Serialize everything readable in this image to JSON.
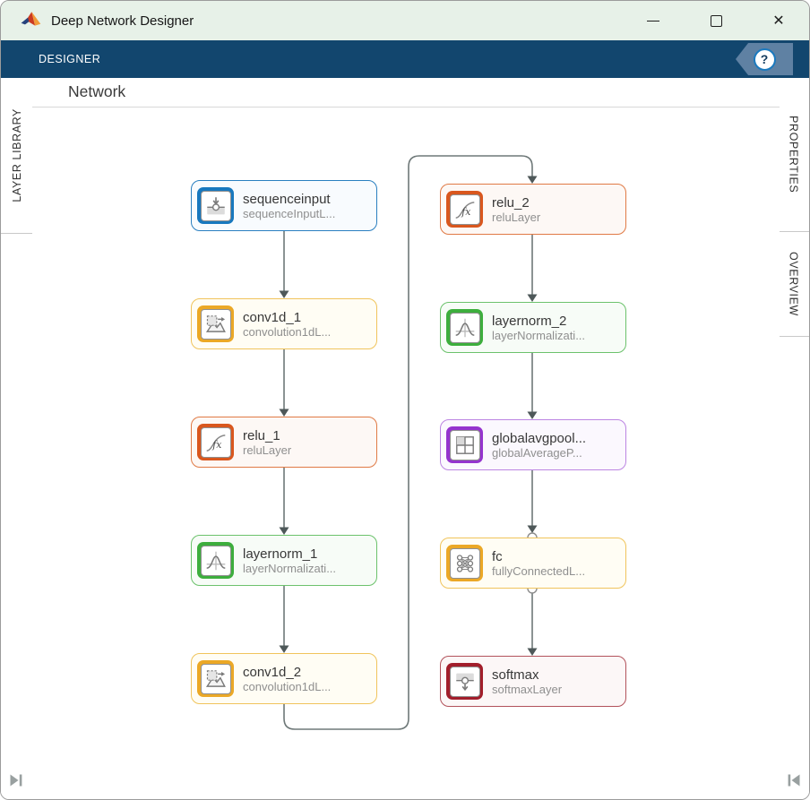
{
  "window": {
    "title": "Deep Network Designer",
    "controls": {
      "minimize": "minimize",
      "maximize": "maximize",
      "close": "✕"
    }
  },
  "ribbon": {
    "tab": "DESIGNER",
    "help": "?"
  },
  "left_panel": {
    "tab": "LAYER LIBRARY"
  },
  "right_panel": {
    "tabs": [
      "PROPERTIES",
      "OVERVIEW"
    ]
  },
  "canvas": {
    "title": "Network"
  },
  "network": {
    "nodes": [
      {
        "id": "sequenceinput",
        "title": "sequenceinput",
        "subtitle": "sequenceInputL...",
        "icon": "sequence-input-icon",
        "accent": "#1878BE",
        "border": "#2A7FC0",
        "bg": "#F8FBFE"
      },
      {
        "id": "conv1d_1",
        "title": "conv1d_1",
        "subtitle": "convolution1dL...",
        "icon": "convolution-icon",
        "accent": "#EBA826",
        "border": "#F0C45C",
        "bg": "#FFFDF4"
      },
      {
        "id": "relu_1",
        "title": "relu_1",
        "subtitle": "reluLayer",
        "icon": "relu-icon",
        "accent": "#D9571E",
        "border": "#E07A45",
        "bg": "#FDF8F5"
      },
      {
        "id": "layernorm_1",
        "title": "layernorm_1",
        "subtitle": "layerNormalizati...",
        "icon": "layernorm-icon",
        "accent": "#3DAE3D",
        "border": "#6CC26C",
        "bg": "#F7FCF7"
      },
      {
        "id": "conv1d_2",
        "title": "conv1d_2",
        "subtitle": "convolution1dL...",
        "icon": "convolution-icon",
        "accent": "#EBA826",
        "border": "#F0C45C",
        "bg": "#FFFDF4"
      },
      {
        "id": "relu_2",
        "title": "relu_2",
        "subtitle": "reluLayer",
        "icon": "relu-icon",
        "accent": "#D9571E",
        "border": "#E07A45",
        "bg": "#FDF8F5"
      },
      {
        "id": "layernorm_2",
        "title": "layernorm_2",
        "subtitle": "layerNormalizati...",
        "icon": "layernorm-icon",
        "accent": "#3DAE3D",
        "border": "#6CC26C",
        "bg": "#F7FCF7"
      },
      {
        "id": "globalavgpool",
        "title": "globalavgpool...",
        "subtitle": "globalAverageP...",
        "icon": "global-avg-pool-icon",
        "accent": "#9534CE",
        "border": "#BC85E2",
        "bg": "#FBF8FE"
      },
      {
        "id": "fc",
        "title": "fc",
        "subtitle": "fullyConnectedL...",
        "icon": "fully-connected-icon",
        "accent": "#EBA826",
        "border": "#F0C45C",
        "bg": "#FFFDF4"
      },
      {
        "id": "softmax",
        "title": "softmax",
        "subtitle": "softmaxLayer",
        "icon": "softmax-icon",
        "accent": "#A21E2B",
        "border": "#B2525B",
        "bg": "#FCF7F7"
      }
    ],
    "connections": [
      {
        "from": "sequenceinput",
        "to": "conv1d_1"
      },
      {
        "from": "conv1d_1",
        "to": "relu_1"
      },
      {
        "from": "relu_1",
        "to": "layernorm_1"
      },
      {
        "from": "layernorm_1",
        "to": "conv1d_2"
      },
      {
        "from": "conv1d_2",
        "to": "relu_2"
      },
      {
        "from": "relu_2",
        "to": "layernorm_2"
      },
      {
        "from": "layernorm_2",
        "to": "globalavgpool"
      },
      {
        "from": "globalavgpool",
        "to": "fc"
      },
      {
        "from": "fc",
        "to": "softmax"
      }
    ]
  },
  "icons": {
    "matlab-logo": "matlab-triangle-logo",
    "help": "question-mark-circle",
    "collapse_left": "skip-forward",
    "collapse_right": "skip-backward"
  },
  "colors": {
    "ribbon_bg": "#12466E",
    "titlebar_bg": "#E7F1E8",
    "tab_text": "#333333",
    "connector": "#6E7878",
    "arrow": "#4E5859"
  }
}
